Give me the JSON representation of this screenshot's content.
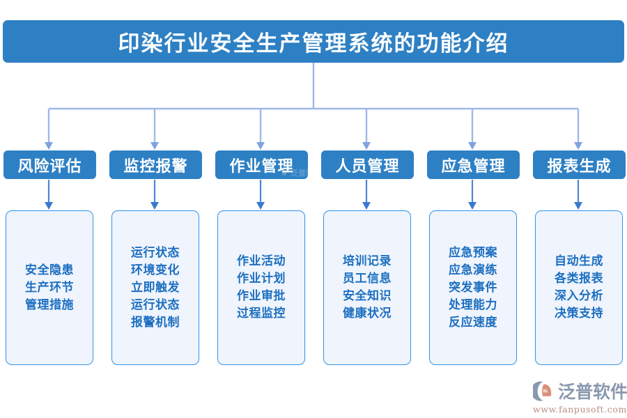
{
  "header": {
    "title": "印染行业安全生产管理系统的功能介绍",
    "background_color": "#2e80c4",
    "text_color": "#ffffff"
  },
  "colors": {
    "primary_blue": "#2e80c4",
    "connector_blue": "#9fb8e8",
    "arrow_blue": "#4a86d8",
    "detail_border": "#2e93e8",
    "detail_fill": "#eff4fd",
    "detail_text": "#1d6fc0",
    "logo_gray": "#8a99ad",
    "logo_salmon": "#d98f79",
    "page_background": "#ffffff"
  },
  "branches": [
    {
      "id": "risk-assessment",
      "category": "风险评估",
      "details": [
        "安全隐患",
        "生产环节",
        "管理措施"
      ],
      "details_text": "安全隐患\n生产环节\n管理措施"
    },
    {
      "id": "monitoring-alarm",
      "category": "监控报警",
      "details": [
        "运行状态",
        "环境变化",
        "立即触发",
        "运行状态",
        "报警机制"
      ],
      "details_text": "运行状态\n环境变化\n立即触发\n运行状态\n报警机制"
    },
    {
      "id": "operation-management",
      "category": "作业管理",
      "details": [
        "作业活动",
        "作业计划",
        "作业审批",
        "过程监控"
      ],
      "details_text": "作业活动\n作业计划\n作业审批\n过程监控"
    },
    {
      "id": "personnel-management",
      "category": "人员管理",
      "details": [
        "培训记录",
        "员工信息",
        "安全知识",
        "健康状况"
      ],
      "details_text": "培训记录\n员工信息\n安全知识\n健康状况"
    },
    {
      "id": "emergency-management",
      "category": "应急管理",
      "details": [
        "应急预案",
        "应急演练",
        "突发事件",
        "处理能力",
        "反应速度"
      ],
      "details_text": "应急预案\n应急演练\n突发事件\n处理能力\n反应速度"
    },
    {
      "id": "report-generation",
      "category": "报表生成",
      "details": [
        "自动生成",
        "各类报表",
        "深入分析",
        "决策支持"
      ],
      "details_text": "自动生成\n各类报表\n深入分析\n决策支持"
    }
  ],
  "watermark": {
    "brand": "泛普软件",
    "url": "www.fanpusoft.com"
  }
}
